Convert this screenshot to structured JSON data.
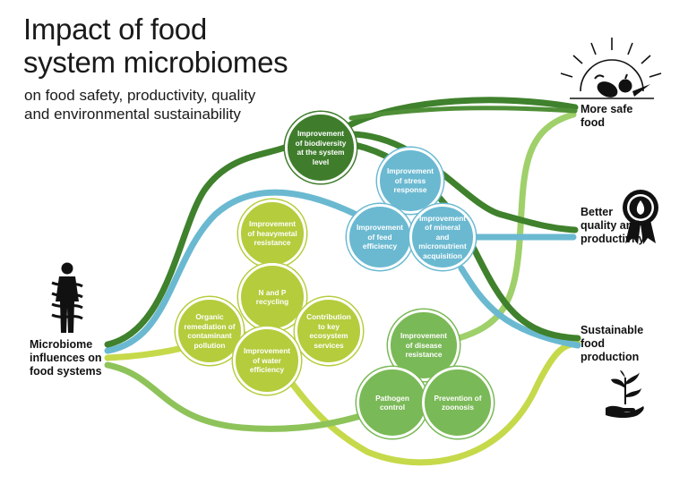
{
  "title": {
    "line1": "Impact of food",
    "line2": "system microbiomes",
    "subtitle": "on food safety, productivity, quality and environmental sustainability"
  },
  "source_label": "Microbiome influences on food systems",
  "outcomes": {
    "safe_food": "More safe food",
    "quality": "Better quality and productivity",
    "sustainable": "Sustainable food production"
  },
  "nodes": {
    "biodiversity": "Improvement of biodiversity at the system level",
    "stress": "Improvement of stress response",
    "feed": "Improvement of feed efficiency",
    "mineral": "Improvement of mineral and micronutrient acquisition",
    "heavymetal": "Improvement of heavymetal resistance",
    "np": "N and P recycling",
    "organic": "Organic remediation of contaminant pollution",
    "ecosystem": "Contribution to key ecosystem services",
    "water": "Improvement of water efficiency",
    "disease": "Improvement of disease resistance",
    "pathogen": "Pathogen control",
    "zoonosis": "Prevention of zoonosis"
  },
  "colors": {
    "dark_green": "#3e7f2c",
    "blue": "#67b7cf",
    "lime": "#b5cc3d",
    "mid_green": "#7ab957",
    "light_green": "#8cc25e"
  },
  "icons": [
    "human-microbiome-icon",
    "sun-vegetables-icon",
    "quality-rosette-icon",
    "hand-seedling-icon"
  ]
}
